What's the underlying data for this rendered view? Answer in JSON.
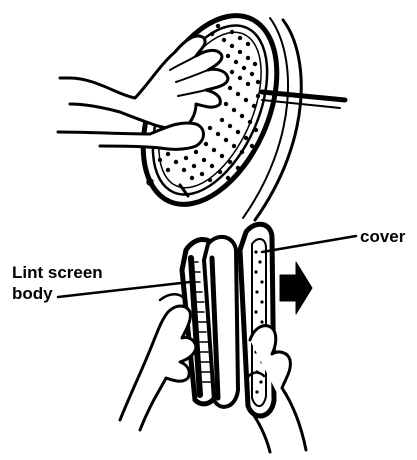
{
  "labels": {
    "cover": "cover",
    "lint_screen_body_line1": "Lint screen",
    "lint_screen_body_line2": "body"
  },
  "colors": {
    "ink": "#000000",
    "paper": "#ffffff"
  }
}
